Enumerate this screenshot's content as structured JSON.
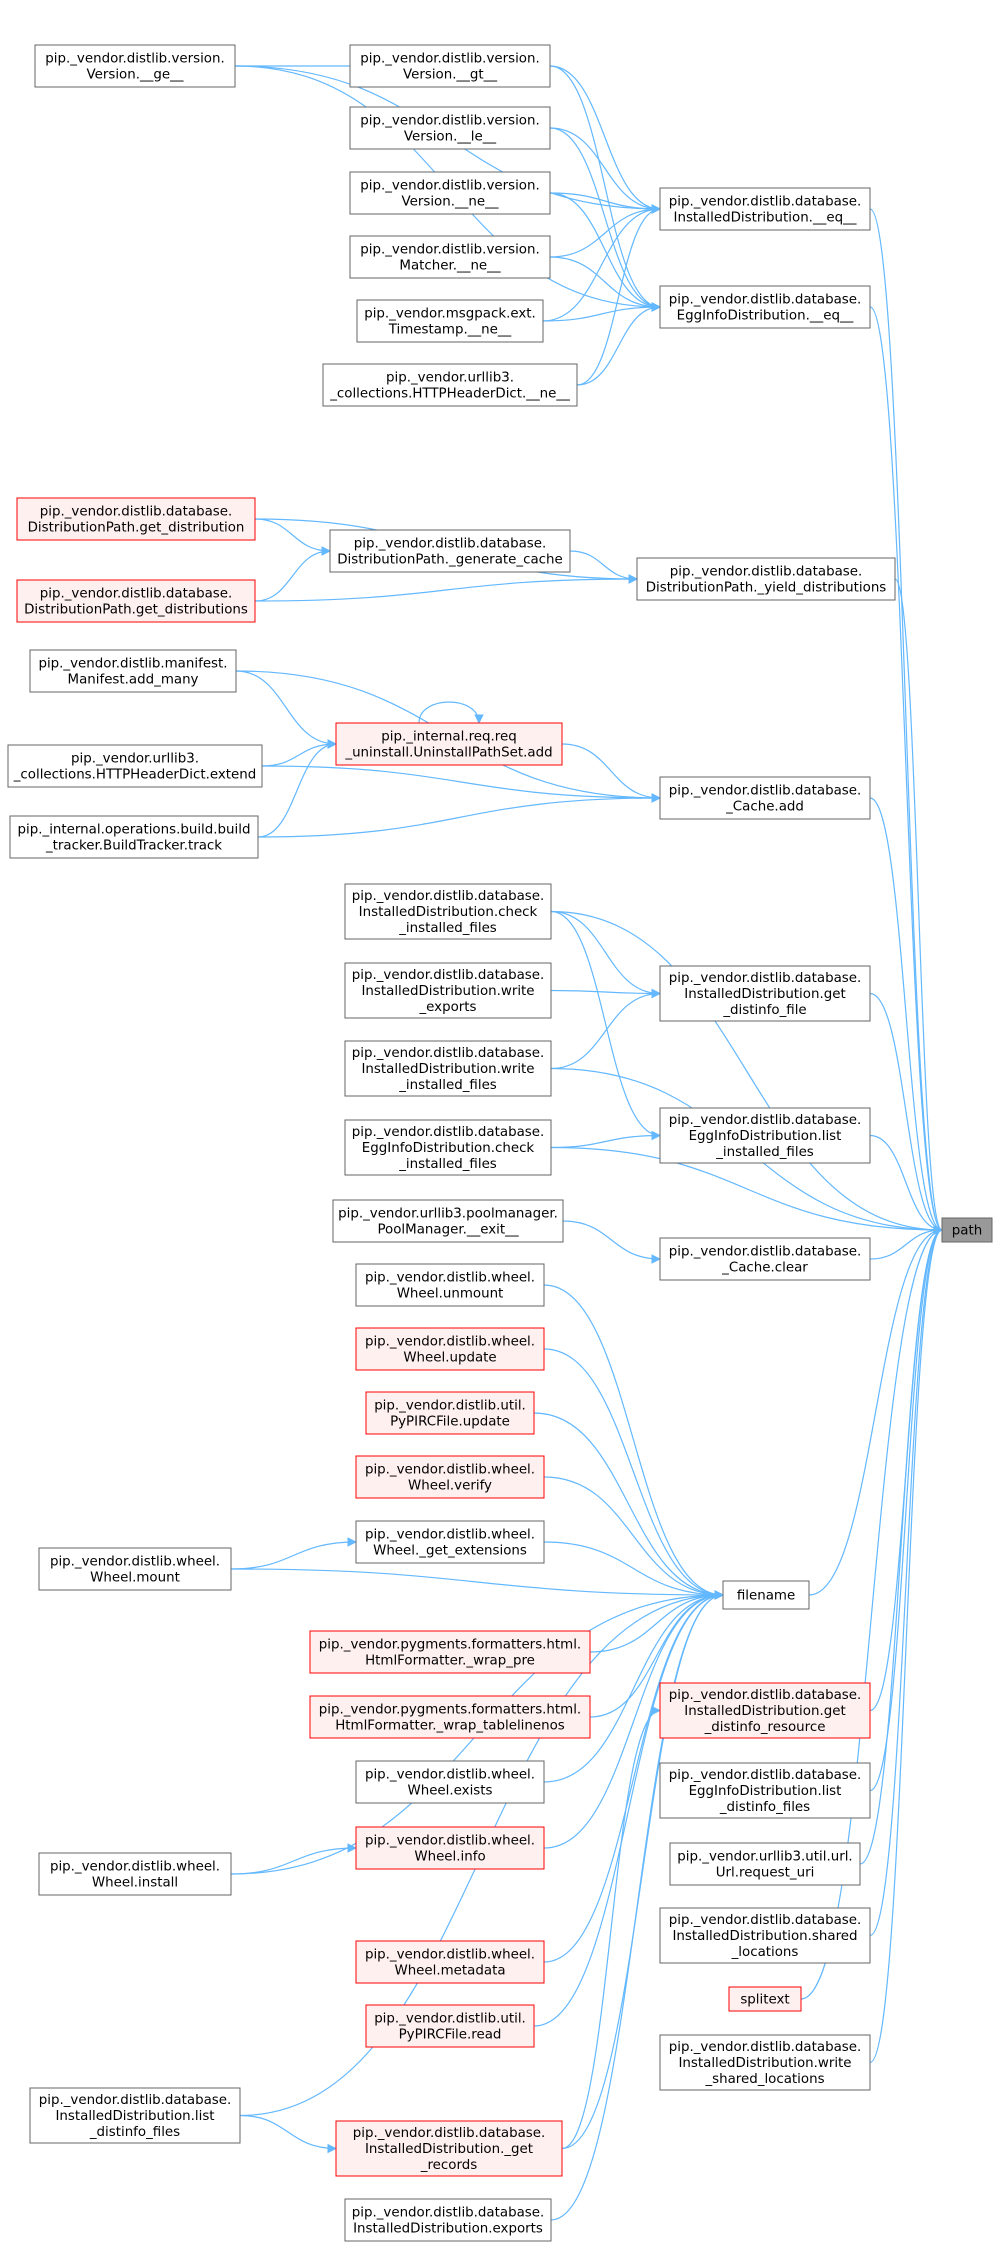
{
  "colors": {
    "edge": "#63b8ff",
    "node_border": "#666666",
    "node_fill": "#ffffff",
    "highlight_border": "#ff0000",
    "highlight_fill": "#fff0f0",
    "target_fill": "#999999"
  },
  "nodes": [
    {
      "id": "n_ge",
      "lines": [
        "pip._vendor.distlib.version.",
        "Version.__ge__"
      ],
      "style": "normal"
    },
    {
      "id": "n_gt",
      "lines": [
        "pip._vendor.distlib.version.",
        "Version.__gt__"
      ],
      "style": "normal"
    },
    {
      "id": "n_le",
      "lines": [
        "pip._vendor.distlib.version.",
        "Version.__le__"
      ],
      "style": "normal"
    },
    {
      "id": "n_vne",
      "lines": [
        "pip._vendor.distlib.version.",
        "Version.__ne__"
      ],
      "style": "normal"
    },
    {
      "id": "n_mne",
      "lines": [
        "pip._vendor.distlib.version.",
        "Matcher.__ne__"
      ],
      "style": "normal"
    },
    {
      "id": "n_tne",
      "lines": [
        "pip._vendor.msgpack.ext.",
        "Timestamp.__ne__"
      ],
      "style": "normal"
    },
    {
      "id": "n_hne",
      "lines": [
        "pip._vendor.urllib3.",
        "_collections.HTTPHeaderDict.__ne__"
      ],
      "style": "normal"
    },
    {
      "id": "n_ideq",
      "lines": [
        "pip._vendor.distlib.database.",
        "InstalledDistribution.__eq__"
      ],
      "style": "normal"
    },
    {
      "id": "n_edeq",
      "lines": [
        "pip._vendor.distlib.database.",
        "EggInfoDistribution.__eq__"
      ],
      "style": "normal"
    },
    {
      "id": "n_gd",
      "lines": [
        "pip._vendor.distlib.database.",
        "DistributionPath.get_distribution"
      ],
      "style": "highlight"
    },
    {
      "id": "n_gds",
      "lines": [
        "pip._vendor.distlib.database.",
        "DistributionPath.get_distributions"
      ],
      "style": "highlight"
    },
    {
      "id": "n_gc",
      "lines": [
        "pip._vendor.distlib.database.",
        "DistributionPath._generate_cache"
      ],
      "style": "normal"
    },
    {
      "id": "n_yd",
      "lines": [
        "pip._vendor.distlib.database.",
        "DistributionPath._yield_distributions"
      ],
      "style": "normal"
    },
    {
      "id": "n_mam",
      "lines": [
        "pip._vendor.distlib.manifest.",
        "Manifest.add_many"
      ],
      "style": "normal"
    },
    {
      "id": "n_uadd",
      "lines": [
        "pip._internal.req.req",
        "_uninstall.UninstallPathSet.add"
      ],
      "style": "highlight"
    },
    {
      "id": "n_hext",
      "lines": [
        "pip._vendor.urllib3.",
        "_collections.HTTPHeaderDict.extend"
      ],
      "style": "normal"
    },
    {
      "id": "n_btt",
      "lines": [
        "pip._internal.operations.build.build",
        "_tracker.BuildTracker.track"
      ],
      "style": "normal"
    },
    {
      "id": "n_cadd",
      "lines": [
        "pip._vendor.distlib.database.",
        "_Cache.add"
      ],
      "style": "normal"
    },
    {
      "id": "n_cif",
      "lines": [
        "pip._vendor.distlib.database.",
        "InstalledDistribution.check",
        "_installed_files"
      ],
      "style": "normal"
    },
    {
      "id": "n_wex",
      "lines": [
        "pip._vendor.distlib.database.",
        "InstalledDistribution.write",
        "_exports"
      ],
      "style": "normal"
    },
    {
      "id": "n_wif",
      "lines": [
        "pip._vendor.distlib.database.",
        "InstalledDistribution.write",
        "_installed_files"
      ],
      "style": "normal"
    },
    {
      "id": "n_gdf",
      "lines": [
        "pip._vendor.distlib.database.",
        "InstalledDistribution.get",
        "_distinfo_file"
      ],
      "style": "normal"
    },
    {
      "id": "n_ecif",
      "lines": [
        "pip._vendor.distlib.database.",
        "EggInfoDistribution.check",
        "_installed_files"
      ],
      "style": "normal"
    },
    {
      "id": "n_elif",
      "lines": [
        "pip._vendor.distlib.database.",
        "EggInfoDistribution.list",
        "_installed_files"
      ],
      "style": "normal"
    },
    {
      "id": "n_pme",
      "lines": [
        "pip._vendor.urllib3.poolmanager.",
        "PoolManager.__exit__"
      ],
      "style": "normal"
    },
    {
      "id": "n_cclr",
      "lines": [
        "pip._vendor.distlib.database.",
        "_Cache.clear"
      ],
      "style": "normal"
    },
    {
      "id": "n_wun",
      "lines": [
        "pip._vendor.distlib.wheel.",
        "Wheel.unmount"
      ],
      "style": "normal"
    },
    {
      "id": "n_wup",
      "lines": [
        "pip._vendor.distlib.wheel.",
        "Wheel.update"
      ],
      "style": "highlight"
    },
    {
      "id": "n_pup",
      "lines": [
        "pip._vendor.distlib.util.",
        "PyPIRCFile.update"
      ],
      "style": "highlight"
    },
    {
      "id": "n_wve",
      "lines": [
        "pip._vendor.distlib.wheel.",
        "Wheel.verify"
      ],
      "style": "highlight"
    },
    {
      "id": "n_wgx",
      "lines": [
        "pip._vendor.distlib.wheel.",
        "Wheel._get_extensions"
      ],
      "style": "normal"
    },
    {
      "id": "n_wmo",
      "lines": [
        "pip._vendor.distlib.wheel.",
        "Wheel.mount"
      ],
      "style": "normal"
    },
    {
      "id": "n_fn",
      "lines": [
        "filename"
      ],
      "style": "normal"
    },
    {
      "id": "n_hwp",
      "lines": [
        "pip._vendor.pygments.formatters.html.",
        "HtmlFormatter._wrap_pre"
      ],
      "style": "highlight"
    },
    {
      "id": "n_hwt",
      "lines": [
        "pip._vendor.pygments.formatters.html.",
        "HtmlFormatter._wrap_tablelinenos"
      ],
      "style": "highlight"
    },
    {
      "id": "n_gdr",
      "lines": [
        "pip._vendor.distlib.database.",
        "InstalledDistribution.get",
        "_distinfo_resource"
      ],
      "style": "highlight"
    },
    {
      "id": "n_wexi",
      "lines": [
        "pip._vendor.distlib.wheel.",
        "Wheel.exists"
      ],
      "style": "normal"
    },
    {
      "id": "n_winf",
      "lines": [
        "pip._vendor.distlib.wheel.",
        "Wheel.info"
      ],
      "style": "highlight"
    },
    {
      "id": "n_winst",
      "lines": [
        "pip._vendor.distlib.wheel.",
        "Wheel.install"
      ],
      "style": "normal"
    },
    {
      "id": "n_eldf",
      "lines": [
        "pip._vendor.distlib.database.",
        "EggInfoDistribution.list",
        "_distinfo_files"
      ],
      "style": "normal"
    },
    {
      "id": "n_uru",
      "lines": [
        "pip._vendor.urllib3.util.url.",
        "Url.request_uri"
      ],
      "style": "normal"
    },
    {
      "id": "n_isl",
      "lines": [
        "pip._vendor.distlib.database.",
        "InstalledDistribution.shared",
        "_locations"
      ],
      "style": "normal"
    },
    {
      "id": "n_wmd",
      "lines": [
        "pip._vendor.distlib.wheel.",
        "Wheel.metadata"
      ],
      "style": "highlight"
    },
    {
      "id": "n_splt",
      "lines": [
        "splitext"
      ],
      "style": "highlight"
    },
    {
      "id": "n_prd",
      "lines": [
        "pip._vendor.distlib.util.",
        "PyPIRCFile.read"
      ],
      "style": "highlight"
    },
    {
      "id": "n_iwsl",
      "lines": [
        "pip._vendor.distlib.database.",
        "InstalledDistribution.write",
        "_shared_locations"
      ],
      "style": "normal"
    },
    {
      "id": "n_ildf",
      "lines": [
        "pip._vendor.distlib.database.",
        "InstalledDistribution.list",
        "_distinfo_files"
      ],
      "style": "normal"
    },
    {
      "id": "n_igr",
      "lines": [
        "pip._vendor.distlib.database.",
        "InstalledDistribution._get",
        "_records"
      ],
      "style": "highlight"
    },
    {
      "id": "n_iex",
      "lines": [
        "pip._vendor.distlib.database.",
        "InstalledDistribution.exports"
      ],
      "style": "normal"
    },
    {
      "id": "n_path",
      "lines": [
        "path"
      ],
      "style": "target"
    }
  ],
  "edges": [
    [
      "n_gt",
      "n_ge"
    ],
    [
      "n_ge",
      "n_ideq"
    ],
    [
      "n_ge",
      "n_edeq"
    ],
    [
      "n_gt",
      "n_ideq"
    ],
    [
      "n_gt",
      "n_edeq"
    ],
    [
      "n_le",
      "n_ideq"
    ],
    [
      "n_le",
      "n_edeq"
    ],
    [
      "n_vne",
      "n_ideq"
    ],
    [
      "n_vne",
      "n_edeq"
    ],
    [
      "n_mne",
      "n_ideq"
    ],
    [
      "n_mne",
      "n_edeq"
    ],
    [
      "n_tne",
      "n_ideq"
    ],
    [
      "n_tne",
      "n_edeq"
    ],
    [
      "n_hne",
      "n_ideq"
    ],
    [
      "n_hne",
      "n_edeq"
    ],
    [
      "n_ideq",
      "n_path"
    ],
    [
      "n_edeq",
      "n_path"
    ],
    [
      "n_gd",
      "n_gc"
    ],
    [
      "n_gds",
      "n_gc"
    ],
    [
      "n_gd",
      "n_yd"
    ],
    [
      "n_gds",
      "n_yd"
    ],
    [
      "n_gc",
      "n_yd"
    ],
    [
      "n_yd",
      "n_path"
    ],
    [
      "n_mam",
      "n_uadd"
    ],
    [
      "n_hext",
      "n_uadd"
    ],
    [
      "n_btt",
      "n_uadd"
    ],
    [
      "n_uadd",
      "n_uadd"
    ],
    [
      "n_mam",
      "n_cadd"
    ],
    [
      "n_hext",
      "n_cadd"
    ],
    [
      "n_btt",
      "n_cadd"
    ],
    [
      "n_uadd",
      "n_cadd"
    ],
    [
      "n_cadd",
      "n_path"
    ],
    [
      "n_cif",
      "n_gdf"
    ],
    [
      "n_wex",
      "n_gdf"
    ],
    [
      "n_wif",
      "n_gdf"
    ],
    [
      "n_cif",
      "n_path"
    ],
    [
      "n_wif",
      "n_path"
    ],
    [
      "n_cif",
      "n_elif"
    ],
    [
      "n_ecif",
      "n_elif"
    ],
    [
      "n_ecif",
      "n_path"
    ],
    [
      "n_gdf",
      "n_path"
    ],
    [
      "n_elif",
      "n_path"
    ],
    [
      "n_pme",
      "n_cclr"
    ],
    [
      "n_cclr",
      "n_path"
    ],
    [
      "n_wun",
      "n_fn"
    ],
    [
      "n_wup",
      "n_fn"
    ],
    [
      "n_pup",
      "n_fn"
    ],
    [
      "n_wve",
      "n_fn"
    ],
    [
      "n_wmo",
      "n_wgx"
    ],
    [
      "n_wgx",
      "n_fn"
    ],
    [
      "n_wmo",
      "n_fn"
    ],
    [
      "n_hwp",
      "n_fn"
    ],
    [
      "n_hwt",
      "n_fn"
    ],
    [
      "n_wexi",
      "n_fn"
    ],
    [
      "n_winf",
      "n_fn"
    ],
    [
      "n_winst",
      "n_winf"
    ],
    [
      "n_winst",
      "n_fn"
    ],
    [
      "n_wmd",
      "n_fn"
    ],
    [
      "n_prd",
      "n_fn"
    ],
    [
      "n_ildf",
      "n_fn"
    ],
    [
      "n_igr",
      "n_fn"
    ],
    [
      "n_iex",
      "n_fn"
    ],
    [
      "n_ildf",
      "n_igr"
    ],
    [
      "n_igr",
      "n_gdr"
    ],
    [
      "n_fn",
      "n_path"
    ],
    [
      "n_gdr",
      "n_path"
    ],
    [
      "n_eldf",
      "n_path"
    ],
    [
      "n_uru",
      "n_path"
    ],
    [
      "n_isl",
      "n_path"
    ],
    [
      "n_splt",
      "n_path"
    ],
    [
      "n_iwsl",
      "n_path"
    ]
  ]
}
